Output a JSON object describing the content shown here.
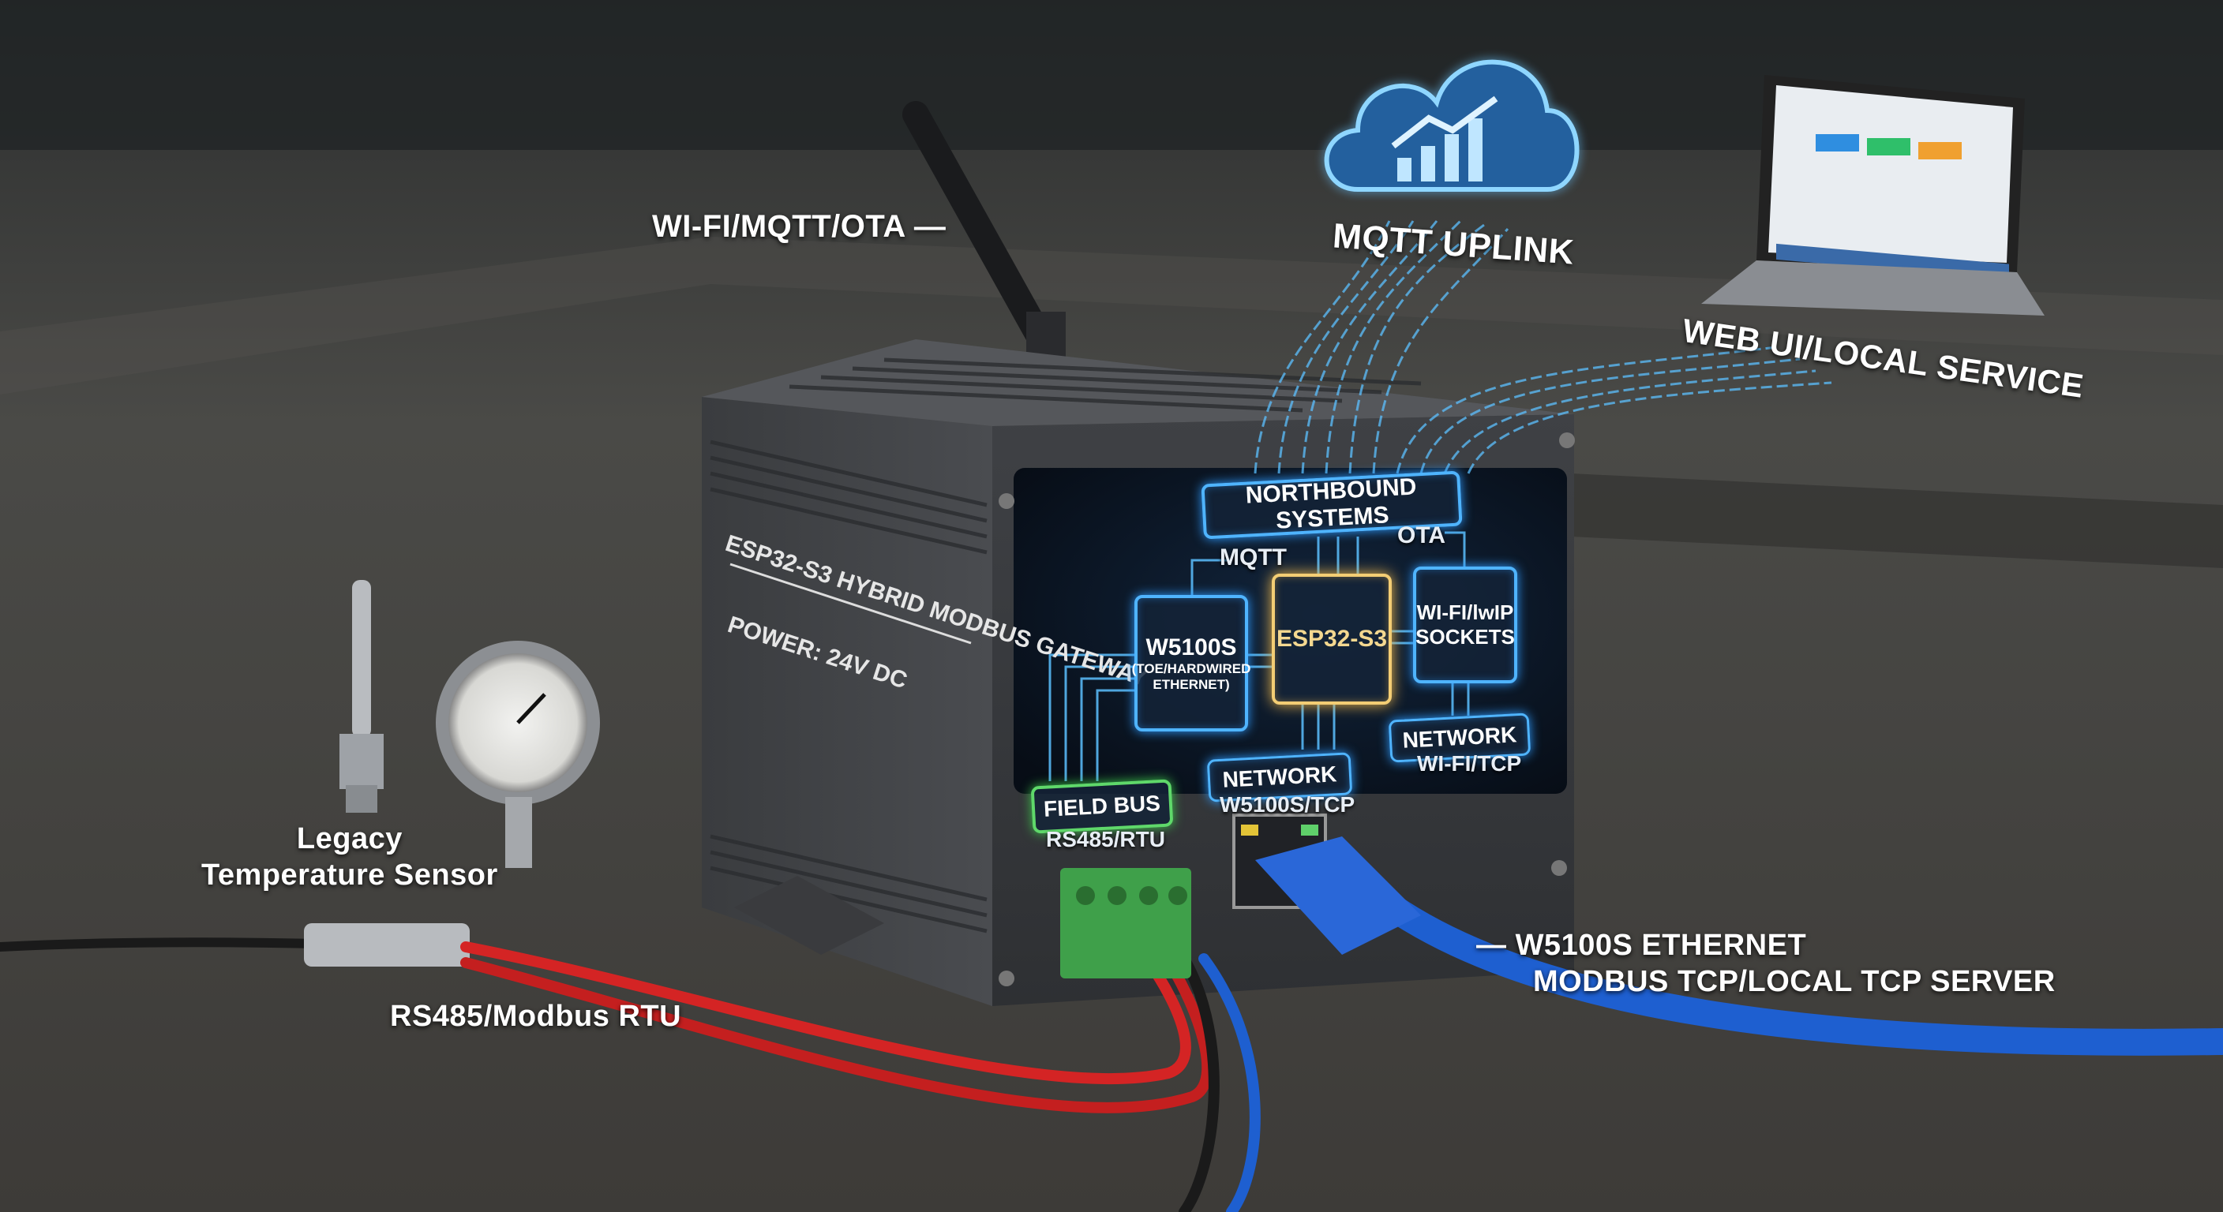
{
  "callouts": {
    "antenna": "WI-FI/MQTT/OTA",
    "cloud": "MQTT UPLINK",
    "laptop": "WEB UI/LOCAL SERVICE",
    "sensor_line1": "Legacy",
    "sensor_line2": "Temperature Sensor",
    "rs485": "RS485/Modbus RTU",
    "ethernet_line1": "W5100S ETHERNET",
    "ethernet_line2": "MODBUS TCP/LOCAL TCP SERVER"
  },
  "device": {
    "name": "ESP32-S3 HYBRID MODBUS GATEWAY",
    "power": "POWER: 24V DC"
  },
  "diagram": {
    "northbound": "NORTHBOUND SYSTEMS",
    "mqtt": "MQTT",
    "ota": "OTA",
    "w5100s_title": "W5100S",
    "w5100s_sub1": "(TOE/HARDWIRED",
    "w5100s_sub2": "ETHERNET)",
    "esp32": "ESP32-S3",
    "wifi_line1": "WI-FI/lwIP",
    "wifi_line2": "SOCKETS",
    "fieldbus": "FIELD BUS",
    "fieldbus_sub": "RS485/RTU",
    "network1": "NETWORK",
    "network1_sub": "W5100S/TCP",
    "network2": "NETWORK",
    "network2_sub": "WI-FI/TCP"
  },
  "colors": {
    "glow_blue": "#4fb4ff",
    "esp_gold": "#f3cd74",
    "fieldbus_green": "#5fd86a",
    "cable_red": "#d42424",
    "cable_blue": "#1e5fd0"
  }
}
